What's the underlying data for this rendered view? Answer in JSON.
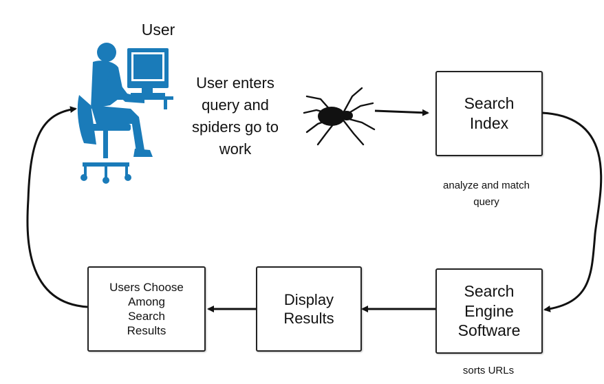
{
  "user_label": "User",
  "step_text": "User enters\nquery and\nspiders go to\nwork",
  "boxes": {
    "search_index": "Search\nIndex",
    "search_engine_software": "Search\nEngine\nSoftware",
    "display_results": "Display\nResults",
    "users_choose": "Users Choose\nAmong\nSearch\nResults"
  },
  "annotations": {
    "analyze": "analyze and match\nquery",
    "sorts": "sorts URLs"
  },
  "icons": {
    "user": "user-at-computer-icon",
    "spider": "spider-icon"
  },
  "colors": {
    "user_figure": "#1a7bb9",
    "box_border": "#222222",
    "arrow": "#111111"
  }
}
